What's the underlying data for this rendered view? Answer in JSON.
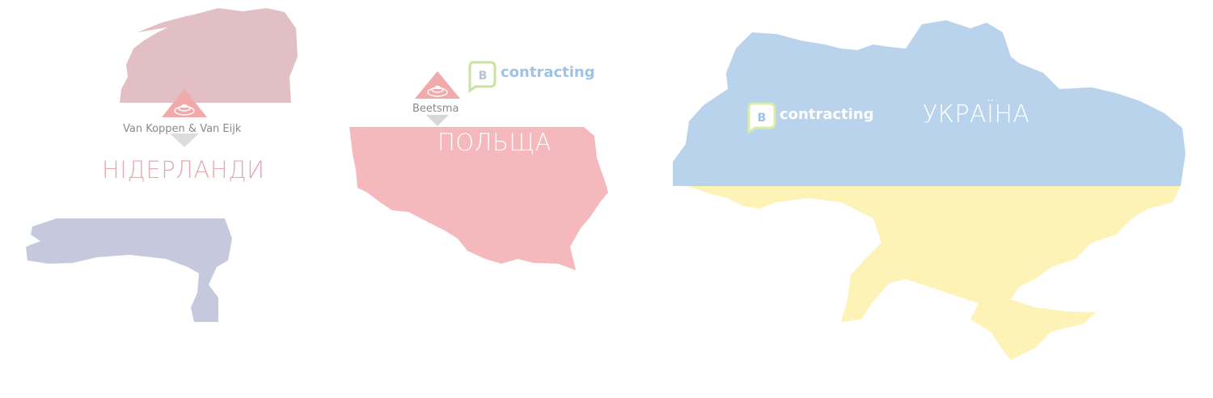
{
  "countries": {
    "netherlands": {
      "label": "НІДЕРЛАНДИ",
      "color_north": "#e2bfc4",
      "color_south": "#c6c9dd",
      "label_color": "#e3aab3"
    },
    "poland": {
      "label": "ПОЛЬЩА",
      "color": "#f5b9bd",
      "label_color": "#ffffff"
    },
    "ukraine": {
      "label": "УКРАЇНА",
      "color_top": "#b9d3ec",
      "color_bottom": "#fdf3b7",
      "label_color": "#ffffff"
    }
  },
  "companies": {
    "van_koppen": {
      "name": "Van Koppen & Van Eijk",
      "logo_icon": "concentric-triangle-icon"
    },
    "beetsma": {
      "name": "Beetsma",
      "logo_icon": "concentric-triangle-icon"
    },
    "bcontracting_poland": {
      "letter": "B",
      "text": "contracting",
      "text_color": "#9fc3e4"
    },
    "bcontracting_ukraine": {
      "letter": "B",
      "text": "contracting",
      "text_color": "#ffffff"
    }
  },
  "colors": {
    "triangle": "#f2a9a9",
    "triangle_lines": "#ffffff"
  }
}
